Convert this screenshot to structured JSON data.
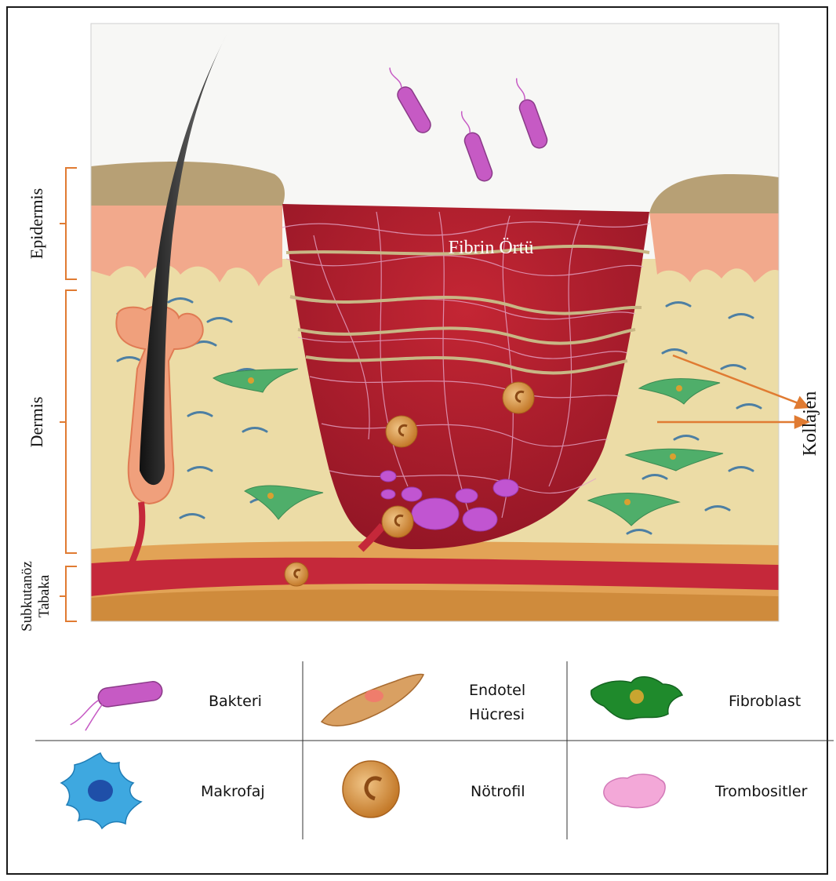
{
  "diagram": {
    "wound_label": "Fibrin Örtü",
    "layers": {
      "epidermis": "Epidermis",
      "dermis": "Dermis",
      "subcutaneous_line1": "Subkutanöz",
      "subcutaneous_line2": "Tabaka"
    },
    "collagen_label": "Kollajen"
  },
  "legend": {
    "items": [
      {
        "label": "Bakteri",
        "icon": "bacterium-icon"
      },
      {
        "label_line1": "Endotel",
        "label_line2": "Hücresi",
        "icon": "endothelial-cell-icon"
      },
      {
        "label": "Fibroblast",
        "icon": "fibroblast-icon"
      },
      {
        "label": "Makrofaj",
        "icon": "macrophage-icon"
      },
      {
        "label": "Nötrofil",
        "icon": "neutrophil-icon"
      },
      {
        "label": "Trombositler",
        "icon": "platelet-icon"
      }
    ]
  },
  "colors": {
    "epidermis": "#f2a98c",
    "dermis": "#ecdca6",
    "wound": "#b5202f",
    "bacteria": "#c65ac4",
    "fibroblast": "#4fae6a",
    "neutrophil": "#d99a4c",
    "bracket": "#e07b32"
  }
}
